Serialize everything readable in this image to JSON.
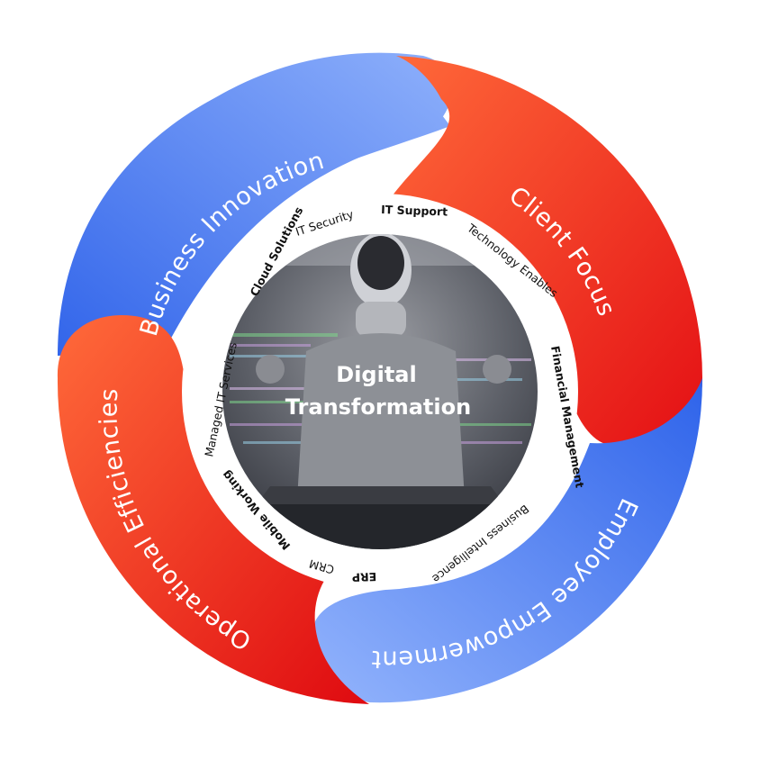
{
  "center": {
    "line1": "Digital",
    "line2": "Transformation"
  },
  "segments": [
    {
      "label": "Business Innovation"
    },
    {
      "label": "Client Focus"
    },
    {
      "label": "Employee Empowerment"
    },
    {
      "label": "Operational Efficiencies"
    }
  ],
  "services": [
    {
      "label": "Cloud Solutions"
    },
    {
      "label": "IT Security"
    },
    {
      "label": "IT Support"
    },
    {
      "label": "Technology Enables"
    },
    {
      "label": "Financial Management"
    },
    {
      "label": "Business Intelligence"
    },
    {
      "label": "ERP"
    },
    {
      "label": "CRM"
    },
    {
      "label": "Mobile Working"
    },
    {
      "label": "Managed IT Services"
    }
  ],
  "colors": {
    "blue": "#3f6ff0",
    "blue_light": "#86aafb",
    "red": "#e9201a",
    "orange": "#ff6b35"
  }
}
